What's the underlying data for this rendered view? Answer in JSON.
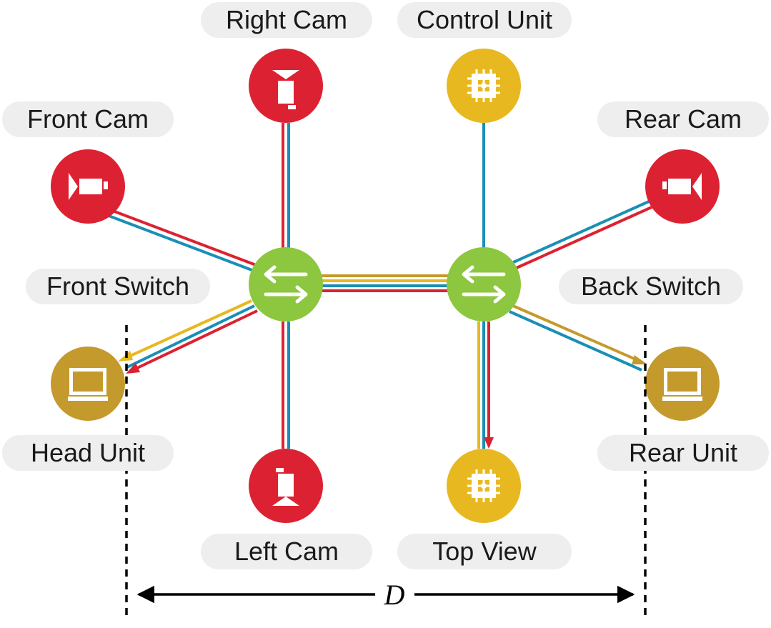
{
  "colors": {
    "camera": "#dc2232",
    "compute": "#e8b820",
    "display": "#c49a2c",
    "switch": "#8dc63f",
    "link_blue": "#1a8fb5",
    "link_red": "#dc2232",
    "link_yellow": "#e8b820",
    "link_gold": "#c49a2c",
    "pill": "#eeeeee"
  },
  "nodes": {
    "right_cam": {
      "label": "Right Cam",
      "icon": "camera-down-icon"
    },
    "control_unit": {
      "label": "Control Unit",
      "icon": "chip-icon"
    },
    "front_cam": {
      "label": "Front Cam",
      "icon": "camera-right-icon"
    },
    "rear_cam": {
      "label": "Rear Cam",
      "icon": "camera-left-icon"
    },
    "front_switch": {
      "label": "Front Switch",
      "icon": "switch-arrows-icon"
    },
    "back_switch": {
      "label": "Back Switch",
      "icon": "switch-arrows-icon"
    },
    "head_unit": {
      "label": "Head Unit",
      "icon": "monitor-icon"
    },
    "rear_unit": {
      "label": "Rear Unit",
      "icon": "monitor-icon"
    },
    "left_cam": {
      "label": "Left Cam",
      "icon": "camera-up-icon"
    },
    "top_view": {
      "label": "Top View",
      "icon": "chip-icon"
    }
  },
  "dimension": {
    "label": "D"
  }
}
